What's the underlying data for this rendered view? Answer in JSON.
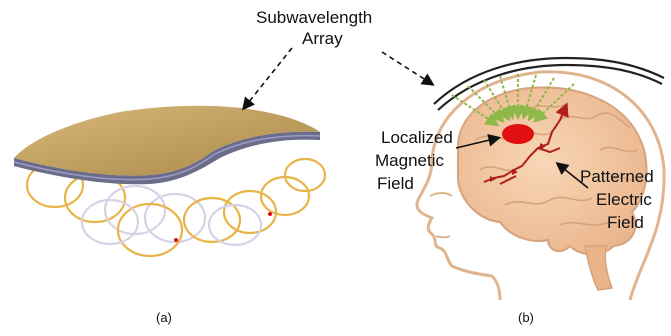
{
  "title_lines": [
    "Subwavelength",
    "Array"
  ],
  "labels": {
    "magnetic": [
      "Localized",
      "Magnetic",
      "Field"
    ],
    "electric": [
      "Patterned",
      "Electric",
      "Field"
    ]
  },
  "captions": {
    "a": "(a)",
    "b": "(b)"
  },
  "colors": {
    "sheet_top": "#c8a45e",
    "sheet_side": "#6b6b8a",
    "coil": "#e8b447",
    "coil_pale": "#d8d2e6",
    "brain": "#f4c9a4",
    "brain_outline": "#d6a37d",
    "head_outline": "#e0b48e",
    "focus": "#e01010",
    "green_arrows": "#8fb84a",
    "nerve": "#b0201a"
  }
}
